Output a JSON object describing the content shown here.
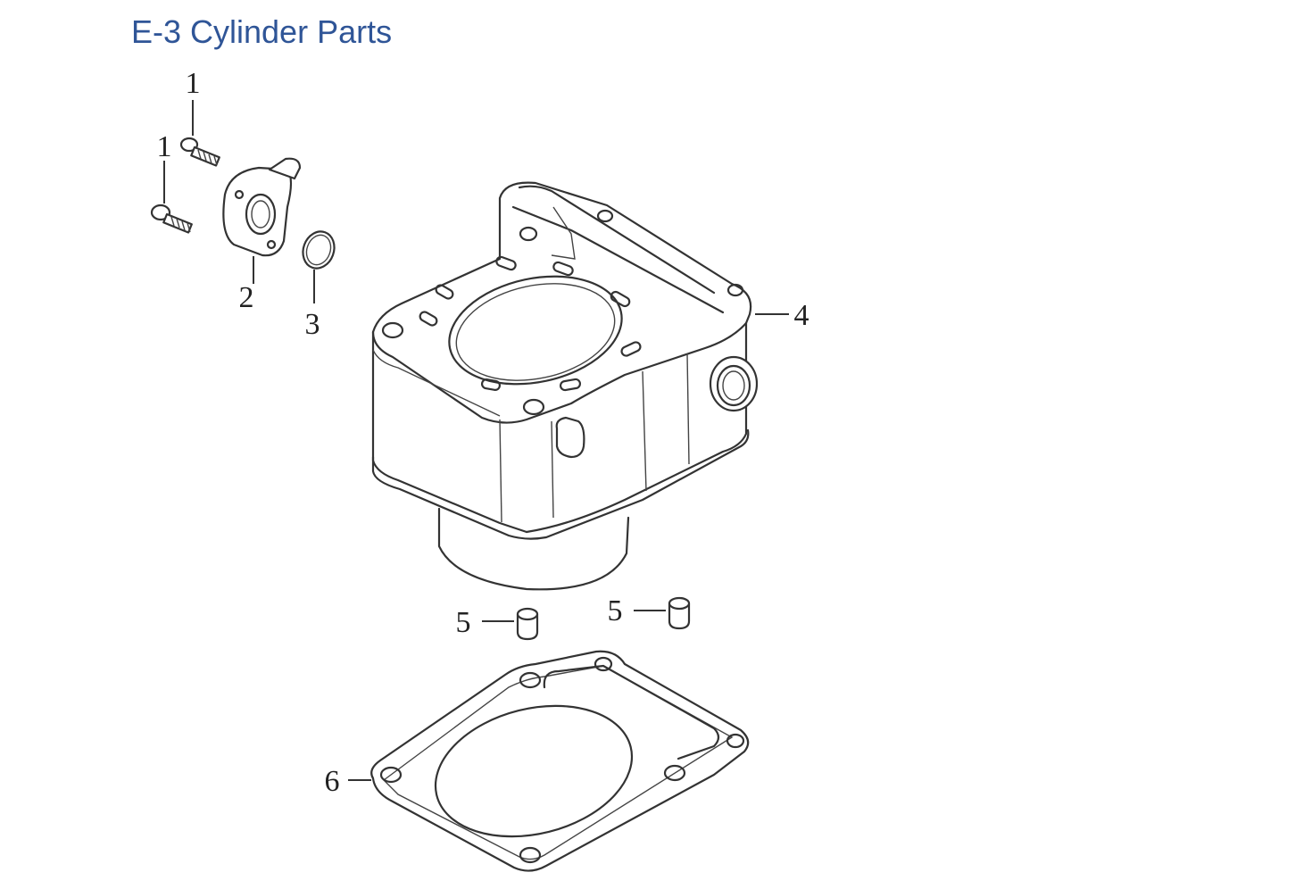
{
  "title": "E-3 Cylinder Parts",
  "callouts": {
    "bolt_top": "1",
    "bolt_left": "1",
    "tensioner": "2",
    "o_ring": "3",
    "cylinder": "4",
    "dowel_left": "5",
    "dowel_right": "5",
    "gasket": "6"
  },
  "colors": {
    "title": "#2f5597",
    "line": "#333333"
  }
}
